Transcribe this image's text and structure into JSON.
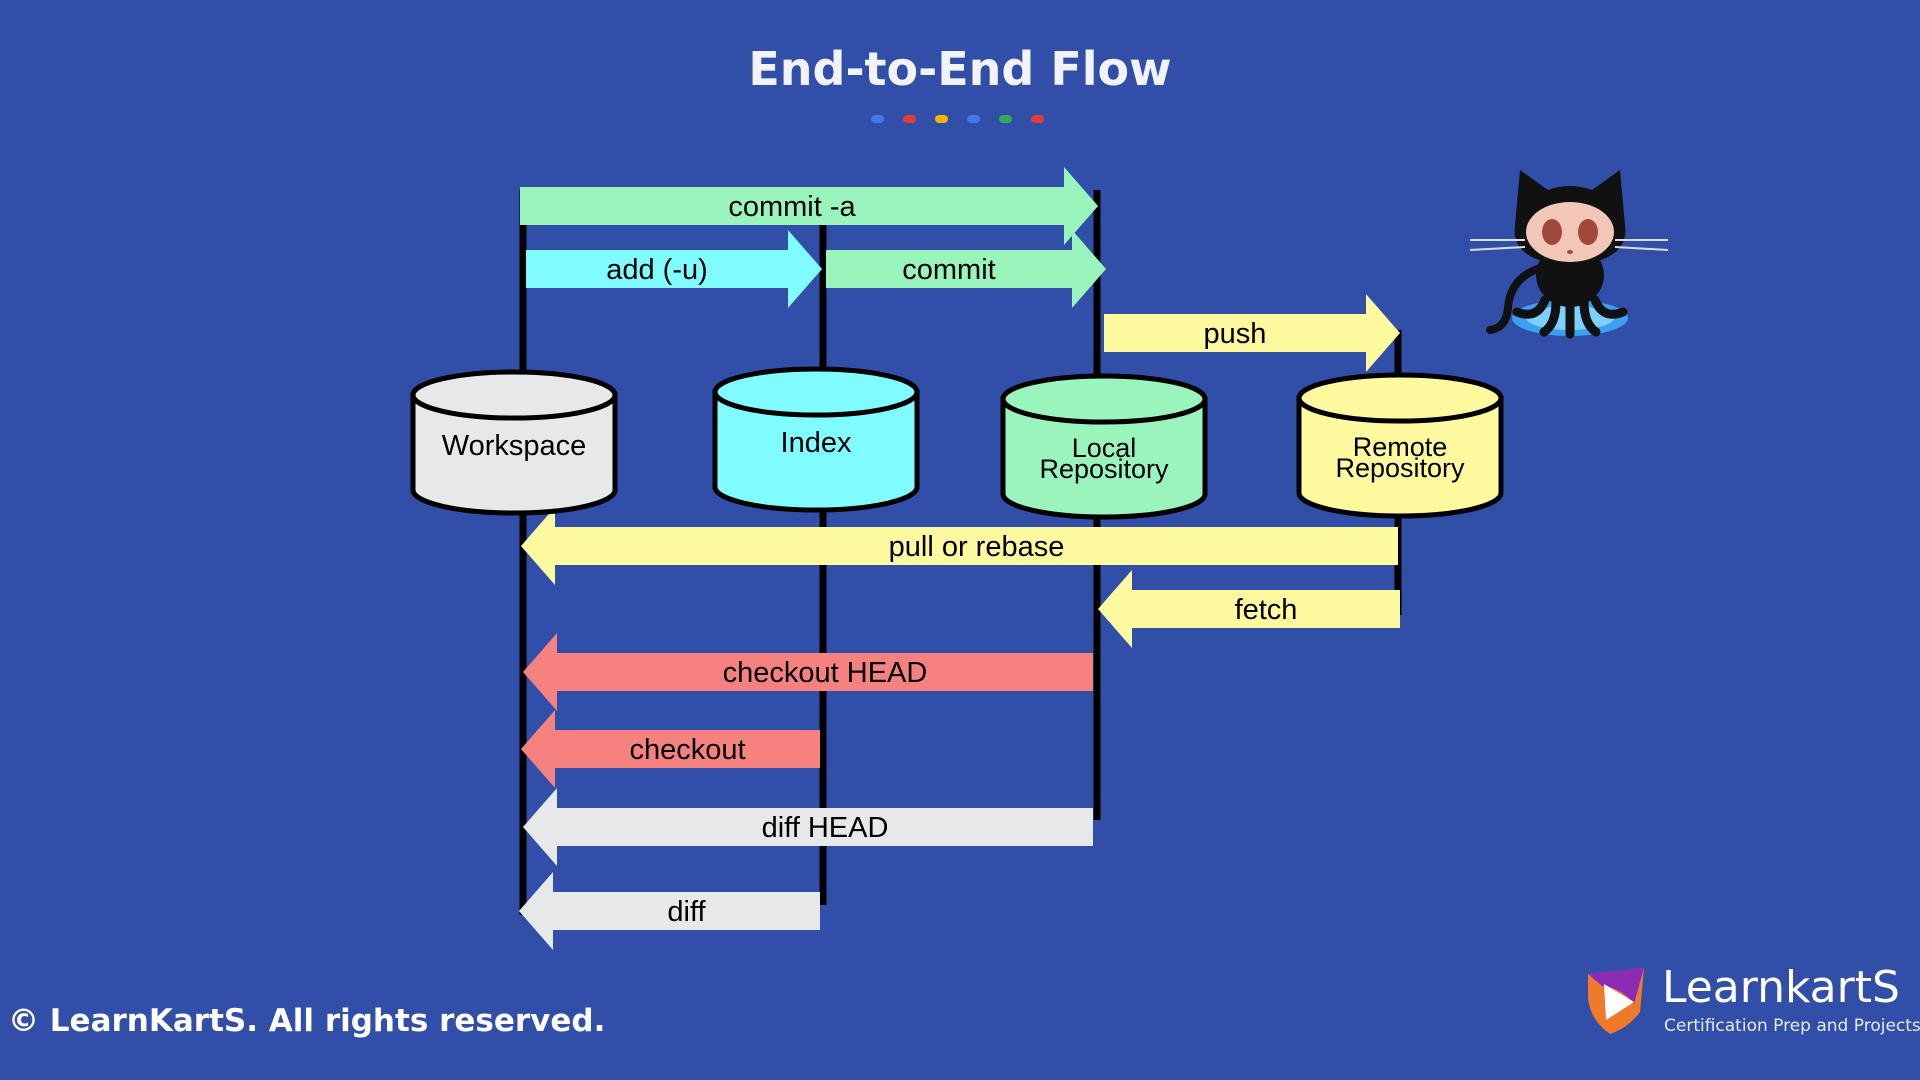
{
  "title": "End-to-End Flow",
  "title_dots": [
    "#3f7be6",
    "#e53935",
    "#f5b400",
    "#3f7be6",
    "#34a853",
    "#e53935"
  ],
  "colors": {
    "background": "#314ea9",
    "green": "#9af5bd",
    "cyan": "#80fbff",
    "yellow": "#fdf99e",
    "red": "#f68280",
    "grey": "#e7e8ea"
  },
  "stores": [
    {
      "id": "workspace",
      "lines": [
        "Workspace"
      ],
      "color": "grey"
    },
    {
      "id": "index",
      "lines": [
        "Index"
      ],
      "color": "cyan"
    },
    {
      "id": "local-repository",
      "lines": [
        "Local",
        "Repository"
      ],
      "color": "green"
    },
    {
      "id": "remote-repository",
      "lines": [
        "Remote",
        "Repository"
      ],
      "color": "yellow"
    }
  ],
  "commands": [
    {
      "id": "commit-a",
      "label": "commit -a",
      "from": "workspace",
      "to": "local-repository",
      "color": "green"
    },
    {
      "id": "add-u",
      "label": "add (-u)",
      "from": "workspace",
      "to": "index",
      "color": "cyan"
    },
    {
      "id": "commit",
      "label": "commit",
      "from": "index",
      "to": "local-repository",
      "color": "green"
    },
    {
      "id": "push",
      "label": "push",
      "from": "local-repository",
      "to": "remote-repository",
      "color": "yellow"
    },
    {
      "id": "pull-or-rebase",
      "label": "pull or rebase",
      "from": "remote-repository",
      "to": "workspace",
      "color": "yellow"
    },
    {
      "id": "fetch",
      "label": "fetch",
      "from": "remote-repository",
      "to": "local-repository",
      "color": "yellow"
    },
    {
      "id": "checkout-head",
      "label": "checkout HEAD",
      "from": "local-repository",
      "to": "workspace",
      "color": "red"
    },
    {
      "id": "checkout",
      "label": "checkout",
      "from": "index",
      "to": "workspace",
      "color": "red"
    },
    {
      "id": "diff-head",
      "label": "diff HEAD",
      "from": "local-repository",
      "to": "workspace",
      "color": "grey"
    },
    {
      "id": "diff",
      "label": "diff",
      "from": "index",
      "to": "workspace",
      "color": "grey"
    }
  ],
  "mascot_icon": "octocat-icon",
  "copyright": "© LearnKartS. All rights reserved.",
  "brand": {
    "name": "LearnkartS",
    "tagline": "Certification Prep and Projects",
    "icon": "learnkarts-logo-icon"
  }
}
